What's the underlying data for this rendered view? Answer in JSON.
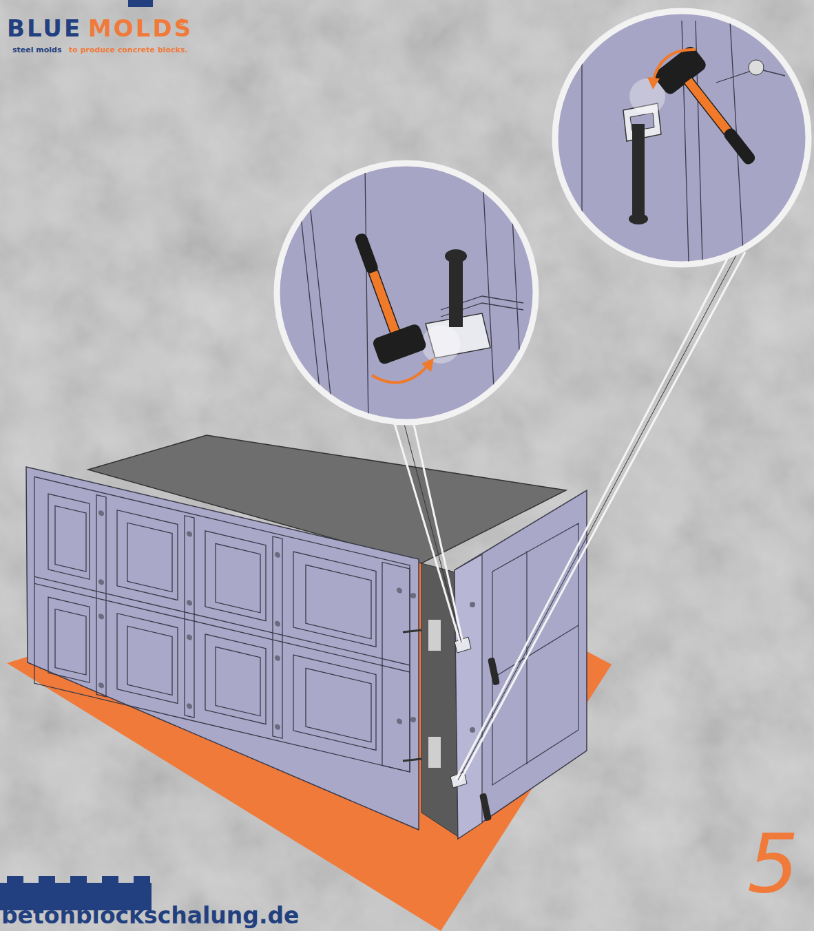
{
  "diagram": {
    "labels": [
      "BLUE",
      "MOLDS",
      "®",
      "steel molds",
      "to produce concrete blocks.",
      "betonblockschalung.de",
      "5"
    ]
  }
}
